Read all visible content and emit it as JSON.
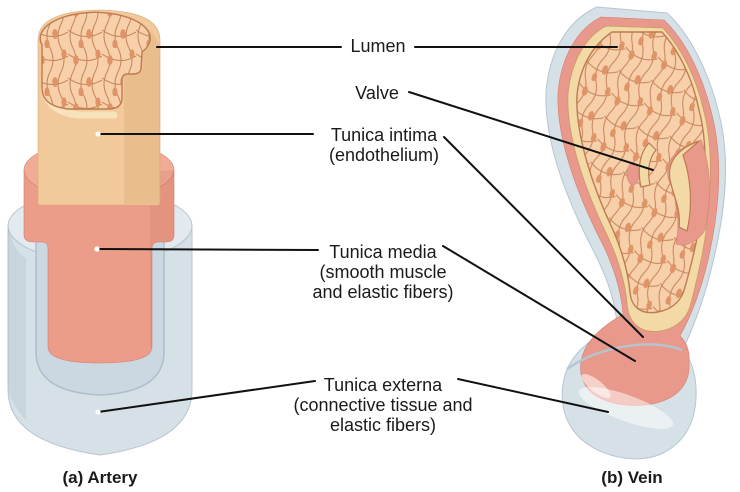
{
  "labels": {
    "lumen": {
      "text": "Lumen"
    },
    "valve": {
      "text": "Valve"
    },
    "tunica_intima": {
      "line1": "Tunica intima",
      "line2": "(endothelium)"
    },
    "tunica_media": {
      "line1": "Tunica media",
      "line2": "(smooth muscle",
      "line3": "and elastic fibers)"
    },
    "tunica_externa": {
      "line1": "Tunica externa",
      "line2": "(connective tissue and",
      "line3": "elastic fibers)"
    }
  },
  "captions": {
    "artery": "(a) Artery",
    "vein": "(b) Vein"
  },
  "icons": {
    "artery_illustration": "cutaway-cylinder-artery",
    "vein_illustration": "cutaway-crescent-vein"
  },
  "colors": {
    "lumen-texture": "#F7CFA9",
    "cell-outline": "#C3835A",
    "cell-nucleus": "#DF9468",
    "tunica-intima": "#F1C99B",
    "intima-rim": "#F6E3BC",
    "tunica-media": "#EC9D8A",
    "media-rim": "#F1AC98",
    "tunica-externa": "#D6E0E7",
    "externa-shelf": "#C9D6DF",
    "externa-top": "#E2EAEF",
    "vein-media": "#E8998B",
    "vein-intima": "#F2D9A6",
    "outline": "#BE7B51",
    "leader": "#111111",
    "text": "#1A1A1A"
  }
}
